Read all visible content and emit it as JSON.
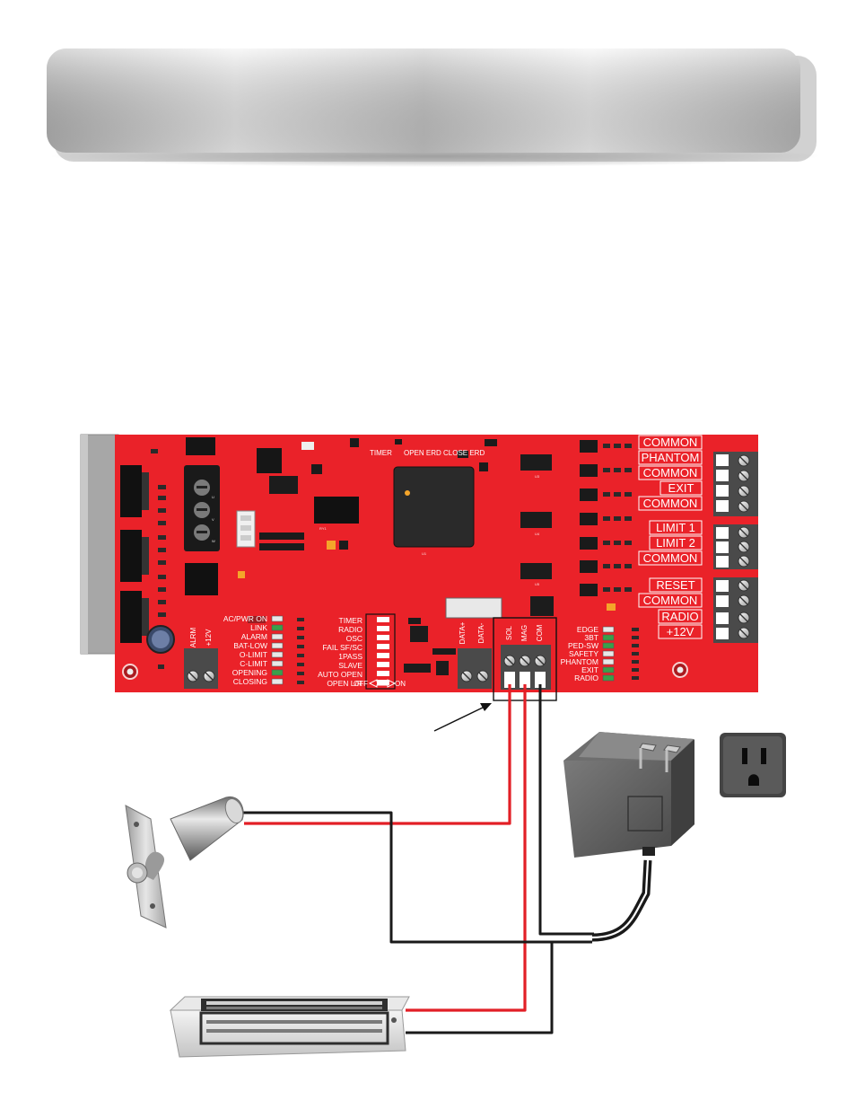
{
  "header": {
    "title": ""
  },
  "board": {
    "left_status_labels": [
      "AC/PWR ON",
      "LINK",
      "ALARM",
      "BAT-LOW",
      "O-LIMIT",
      "C-LIMIT",
      "OPENING",
      "CLOSING"
    ],
    "dip_labels": [
      "TIMER",
      "RADIO",
      "OSC",
      "FAIL SF/SC",
      "1PASS",
      "SLAVE",
      "AUTO OPEN",
      "OPEN L/R"
    ],
    "dip_caption_off": "OFF",
    "dip_caption_on": "ON",
    "right_status_labels": [
      "EDGE",
      "3BT",
      "PED-SW",
      "SAFETY",
      "PHANTOM",
      "EXIT",
      "RADIO"
    ],
    "top_labels": {
      "timer": "TIMER",
      "open_erd": "OPEN ERD",
      "close_erd": "CLOSE ERD"
    },
    "term_alrm": "ALRM",
    "term_12v": "+12V",
    "term_data_plus": "DATA+",
    "term_data_minus": "DATA-",
    "term_sol": "SOL",
    "term_mag": "MAG",
    "term_com": "COM",
    "right_terminals": [
      "COMMON",
      "PHANTOM",
      "COMMON",
      "EXIT",
      "COMMON",
      "LIMIT 1",
      "LIMIT 2",
      "COMMON",
      "RESET",
      "COMMON",
      "RADIO",
      "+12V"
    ]
  },
  "colors": {
    "board": "#ea2229",
    "wire_red": "#e21f26",
    "wire_black": "#1a1a1a",
    "terminal": "#4a4a4a"
  },
  "icons": [
    "pcb-board",
    "terminal-block-icon",
    "solenoid-bolt-icon",
    "maglock-icon",
    "power-adapter-icon",
    "outlet-icon",
    "callout-arrow-icon"
  ]
}
